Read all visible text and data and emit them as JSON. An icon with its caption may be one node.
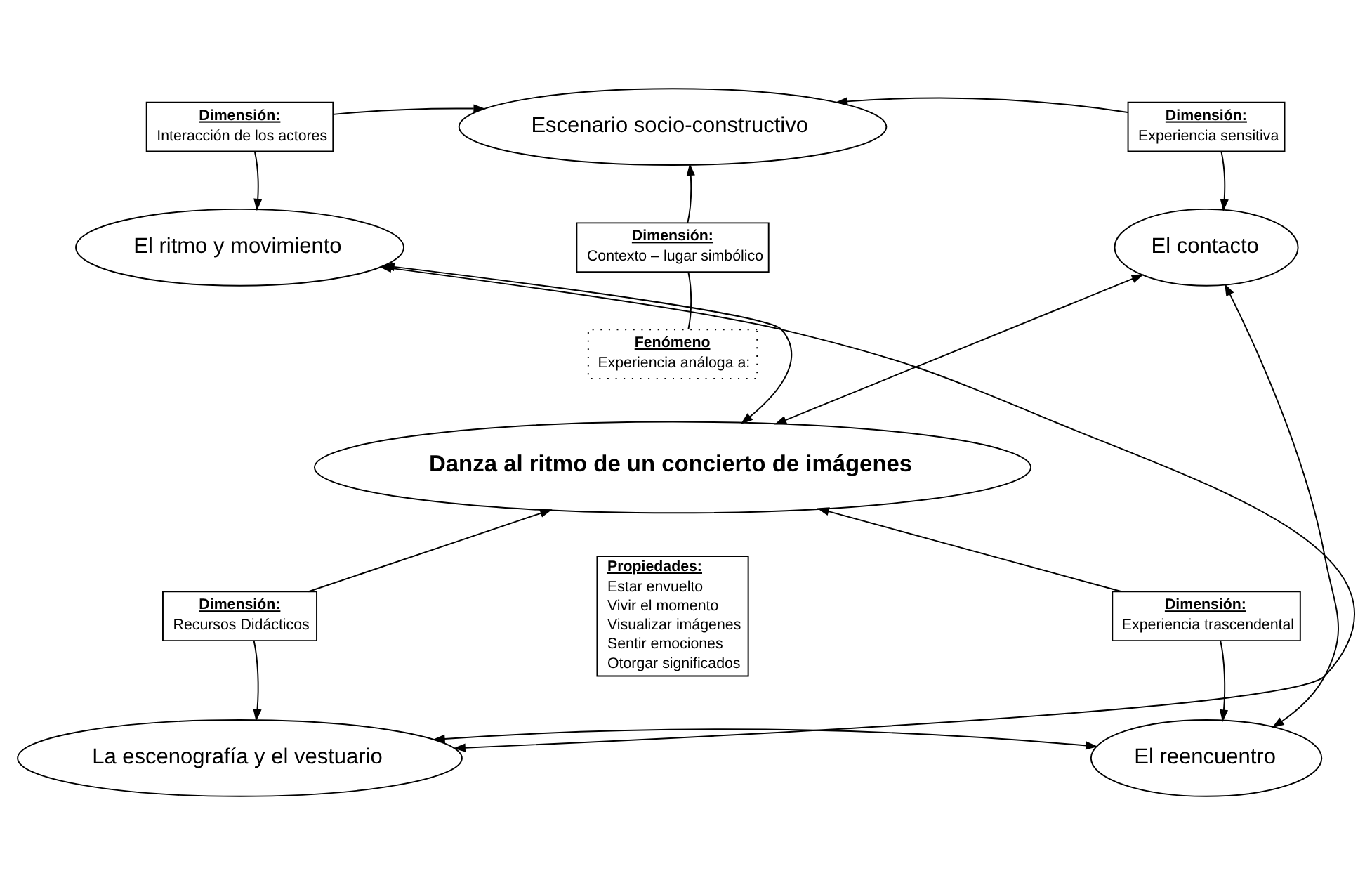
{
  "diagram": {
    "nodes": [
      {
        "text": [
          "Escenario socio-constructivo"
        ]
      },
      {
        "text": [
          "Dimensión:",
          "Interacción de los actores"
        ]
      },
      {
        "text": [
          "Dimensión:",
          "Experiencia sensitiva"
        ]
      },
      {
        "text": [
          "El ritmo y movimiento"
        ]
      },
      {
        "text": [
          "Dimensión:",
          "Contexto – lugar simbólico"
        ]
      },
      {
        "text": [
          "El contacto"
        ]
      },
      {
        "text": [
          "Fenómeno",
          "Experiencia análoga a:"
        ]
      },
      {
        "text": [
          "Danza al ritmo de un concierto de imágenes"
        ]
      },
      {
        "text": [
          "Dimensión:",
          "Recursos Didácticos"
        ]
      },
      {
        "text": [
          "Dimensión:",
          "Experiencia trascendental"
        ]
      },
      {
        "text": [
          "La escenografía y el vestuario"
        ]
      },
      {
        "text": [
          "Propiedades:",
          "Estar envuelto",
          "Vivir el momento",
          "Visualizar imágenes",
          "Sentir emociones",
          "Otorgar significados"
        ]
      },
      {
        "text": [
          "El reencuentro"
        ]
      }
    ],
    "edges": [
      {
        "from": 1,
        "to": 0,
        "arrow": "to"
      },
      {
        "from": 1,
        "to": 3,
        "arrow": "to"
      },
      {
        "from": 2,
        "to": 0,
        "arrow": "to"
      },
      {
        "from": 2,
        "to": 5,
        "arrow": "to"
      },
      {
        "from": 4,
        "to": 0,
        "arrow": "to"
      },
      {
        "from": 6,
        "to": 4,
        "arrow": "none"
      },
      {
        "from": 7,
        "to": 3,
        "arrow": "both"
      },
      {
        "from": 8,
        "to": 7,
        "arrow": "to"
      },
      {
        "from": 8,
        "to": 10,
        "arrow": "to"
      },
      {
        "from": 7,
        "to": 5,
        "arrow": "both"
      },
      {
        "from": 9,
        "to": 7,
        "arrow": "to"
      },
      {
        "from": 9,
        "to": 12,
        "arrow": "to"
      },
      {
        "from": 3,
        "to": 10,
        "arrow": "both"
      },
      {
        "from": 5,
        "to": 12,
        "arrow": "both"
      },
      {
        "from": 10,
        "to": 12,
        "arrow": "both"
      }
    ]
  }
}
